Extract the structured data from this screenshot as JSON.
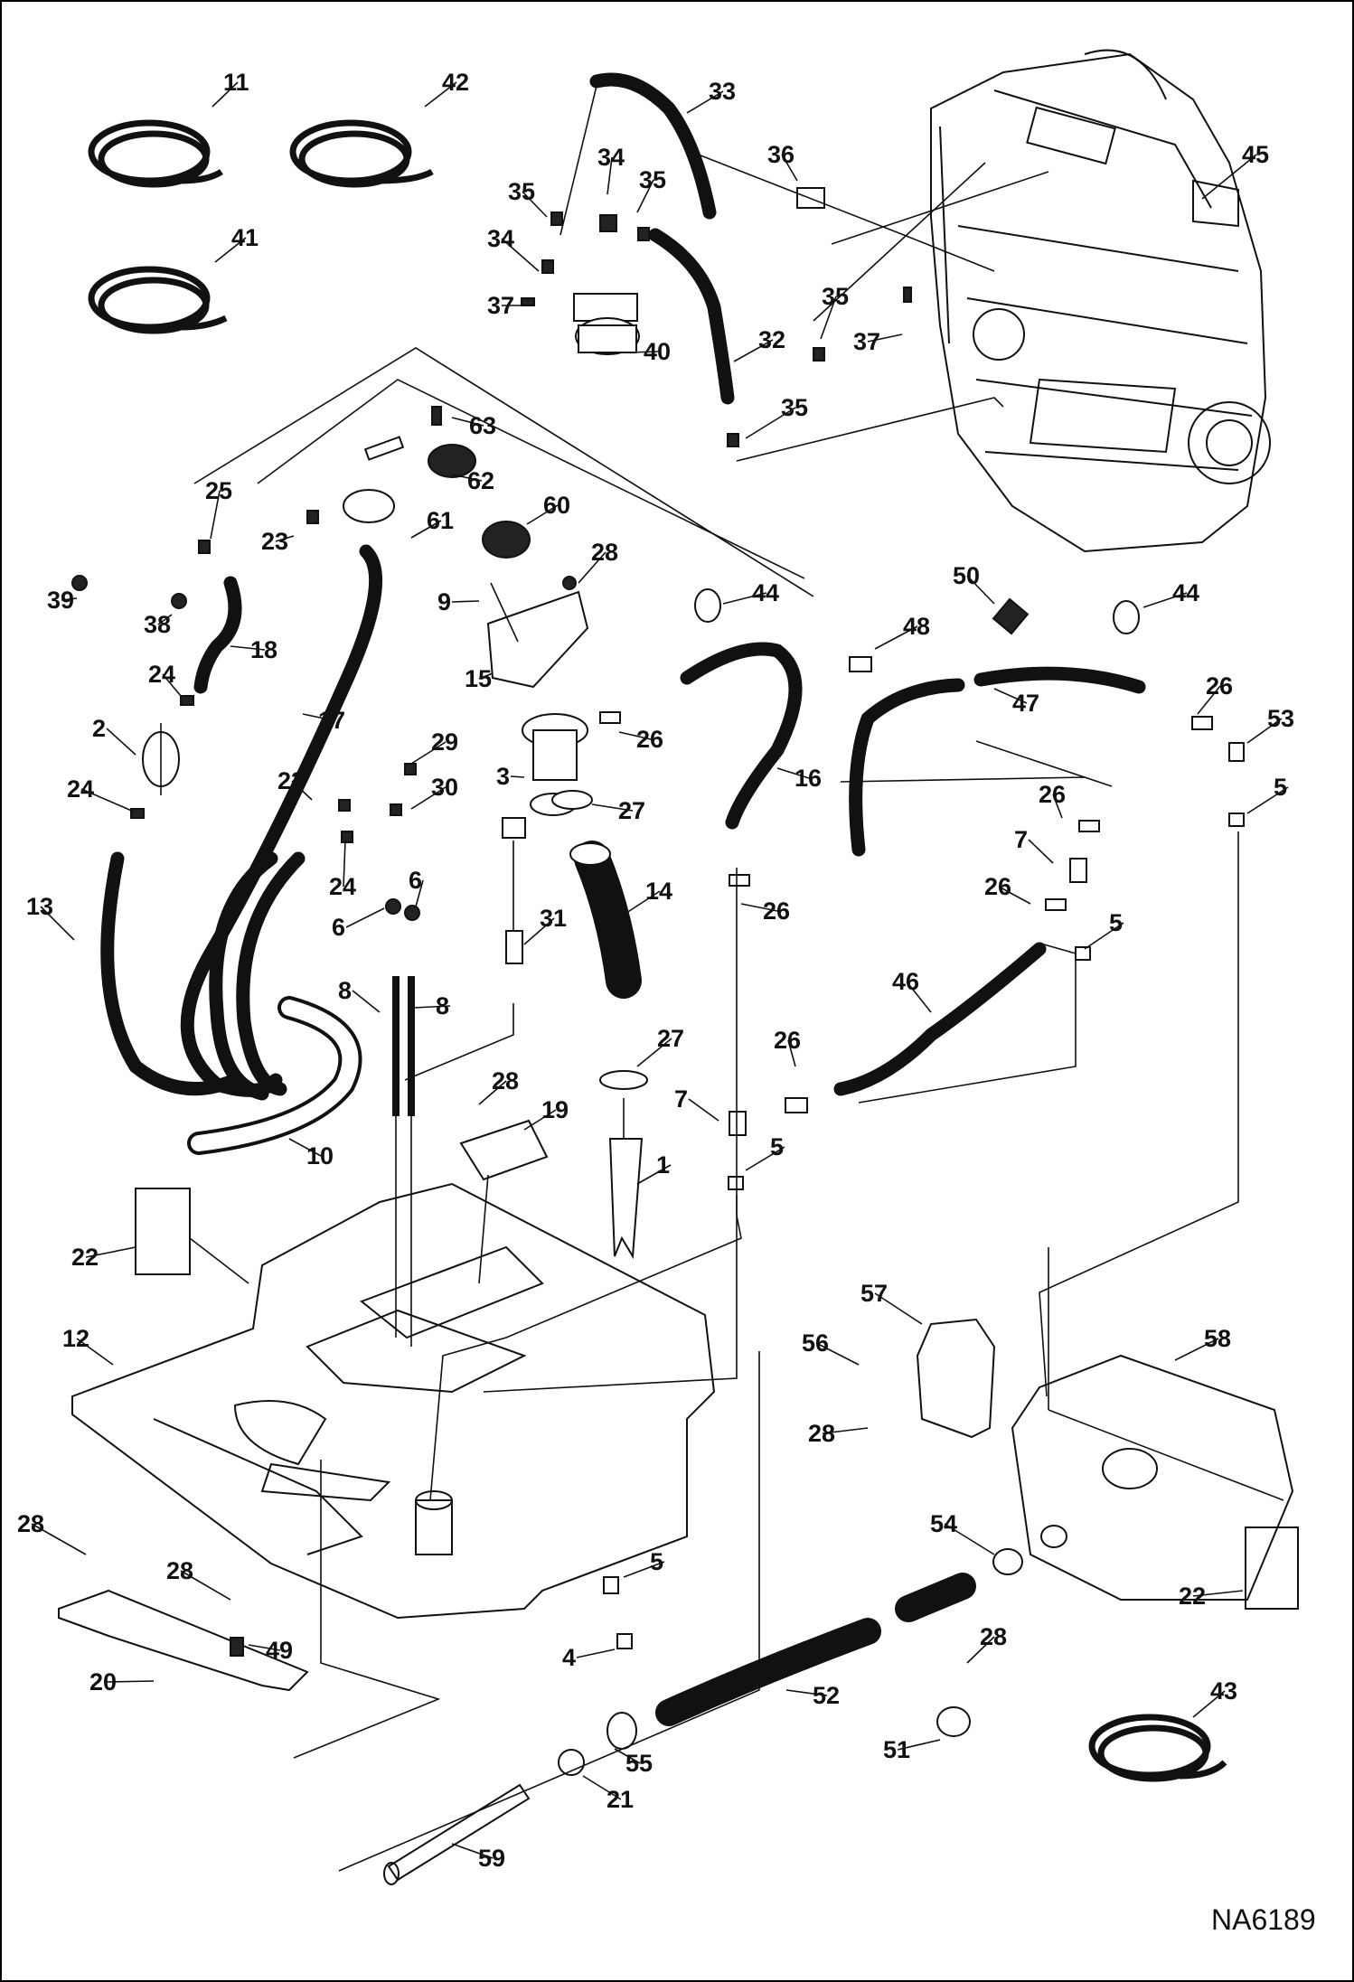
{
  "diagram_code": "NA6189",
  "callouts": [
    {
      "id": "c11",
      "label": "11"
    },
    {
      "id": "c42",
      "label": "42"
    },
    {
      "id": "c41",
      "label": "41"
    },
    {
      "id": "c33",
      "label": "33"
    },
    {
      "id": "c36",
      "label": "36"
    },
    {
      "id": "c45",
      "label": "45"
    },
    {
      "id": "c35a",
      "label": "35"
    },
    {
      "id": "c34a",
      "label": "34"
    },
    {
      "id": "c35b",
      "label": "35"
    },
    {
      "id": "c34b",
      "label": "34"
    },
    {
      "id": "c37a",
      "label": "37"
    },
    {
      "id": "c40",
      "label": "40"
    },
    {
      "id": "c32",
      "label": "32"
    },
    {
      "id": "c35c",
      "label": "35"
    },
    {
      "id": "c37b",
      "label": "37"
    },
    {
      "id": "c35d",
      "label": "35"
    },
    {
      "id": "c63",
      "label": "63"
    },
    {
      "id": "c62",
      "label": "62"
    },
    {
      "id": "c61",
      "label": "61"
    },
    {
      "id": "c60",
      "label": "60"
    },
    {
      "id": "c25",
      "label": "25"
    },
    {
      "id": "c23a",
      "label": "23"
    },
    {
      "id": "c28a",
      "label": "28"
    },
    {
      "id": "c39",
      "label": "39"
    },
    {
      "id": "c38",
      "label": "38"
    },
    {
      "id": "c9",
      "label": "9"
    },
    {
      "id": "c44a",
      "label": "44"
    },
    {
      "id": "c50",
      "label": "50"
    },
    {
      "id": "c44b",
      "label": "44"
    },
    {
      "id": "c18",
      "label": "18"
    },
    {
      "id": "c48",
      "label": "48"
    },
    {
      "id": "c24a",
      "label": "24"
    },
    {
      "id": "c15",
      "label": "15"
    },
    {
      "id": "c26a",
      "label": "26"
    },
    {
      "id": "c47",
      "label": "47"
    },
    {
      "id": "c53",
      "label": "53"
    },
    {
      "id": "c2",
      "label": "2"
    },
    {
      "id": "c17",
      "label": "17"
    },
    {
      "id": "c26b",
      "label": "26"
    },
    {
      "id": "c29",
      "label": "29"
    },
    {
      "id": "c3",
      "label": "3"
    },
    {
      "id": "c16",
      "label": "16"
    },
    {
      "id": "c24b",
      "label": "24"
    },
    {
      "id": "c23b",
      "label": "23"
    },
    {
      "id": "c30",
      "label": "30"
    },
    {
      "id": "c27a",
      "label": "27"
    },
    {
      "id": "c26c",
      "label": "26"
    },
    {
      "id": "c5a",
      "label": "5"
    },
    {
      "id": "c7a",
      "label": "7"
    },
    {
      "id": "c13",
      "label": "13"
    },
    {
      "id": "c24c",
      "label": "24"
    },
    {
      "id": "c6a",
      "label": "6"
    },
    {
      "id": "c6b",
      "label": "6"
    },
    {
      "id": "c14",
      "label": "14"
    },
    {
      "id": "c26d",
      "label": "26"
    },
    {
      "id": "c26e",
      "label": "26"
    },
    {
      "id": "c31",
      "label": "31"
    },
    {
      "id": "c5b",
      "label": "5"
    },
    {
      "id": "c46",
      "label": "46"
    },
    {
      "id": "c8a",
      "label": "8"
    },
    {
      "id": "c8b",
      "label": "8"
    },
    {
      "id": "c27b",
      "label": "27"
    },
    {
      "id": "c26f",
      "label": "26"
    },
    {
      "id": "c28b",
      "label": "28"
    },
    {
      "id": "c19",
      "label": "19"
    },
    {
      "id": "c7b",
      "label": "7"
    },
    {
      "id": "c1",
      "label": "1"
    },
    {
      "id": "c5c",
      "label": "5"
    },
    {
      "id": "c10",
      "label": "10"
    },
    {
      "id": "c22a",
      "label": "22"
    },
    {
      "id": "c57",
      "label": "57"
    },
    {
      "id": "c12",
      "label": "12"
    },
    {
      "id": "c56",
      "label": "56"
    },
    {
      "id": "c58",
      "label": "58"
    },
    {
      "id": "c28c",
      "label": "28"
    },
    {
      "id": "c28d",
      "label": "28"
    },
    {
      "id": "c54",
      "label": "54"
    },
    {
      "id": "c5d",
      "label": "5"
    },
    {
      "id": "c28e",
      "label": "28"
    },
    {
      "id": "c22b",
      "label": "22"
    },
    {
      "id": "c49",
      "label": "49"
    },
    {
      "id": "c4",
      "label": "4"
    },
    {
      "id": "c28f",
      "label": "28"
    },
    {
      "id": "c20",
      "label": "20"
    },
    {
      "id": "c52",
      "label": "52"
    },
    {
      "id": "c43",
      "label": "43"
    },
    {
      "id": "c55",
      "label": "55"
    },
    {
      "id": "c51",
      "label": "51"
    },
    {
      "id": "c21",
      "label": "21"
    },
    {
      "id": "c59",
      "label": "59"
    }
  ]
}
